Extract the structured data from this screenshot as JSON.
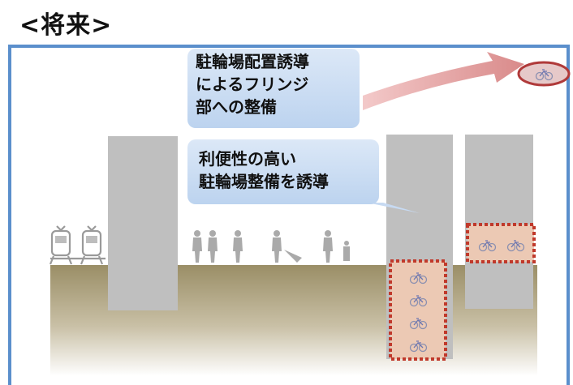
{
  "heading": "<将来>",
  "callouts": {
    "fringe": {
      "lines": [
        "駐輪場配置誘導",
        "によるフリンジ",
        "部への整備"
      ]
    },
    "central": {
      "lines": [
        "利便性の高い",
        "駐輪場整備を誘導"
      ]
    }
  },
  "colors": {
    "frame_border": "#5b8fcc",
    "callout_fill": "#c7daf2",
    "ground": "#a89c78",
    "building": "#bfbfbf",
    "arrow": "#d98a8a",
    "parking_dash": "#c0392b",
    "parking_fill": "#ecc9b4",
    "silhouette": "#aaaaaa"
  },
  "icons": [
    "train-icon",
    "pedestrian-icon",
    "bicycle-icon"
  ]
}
